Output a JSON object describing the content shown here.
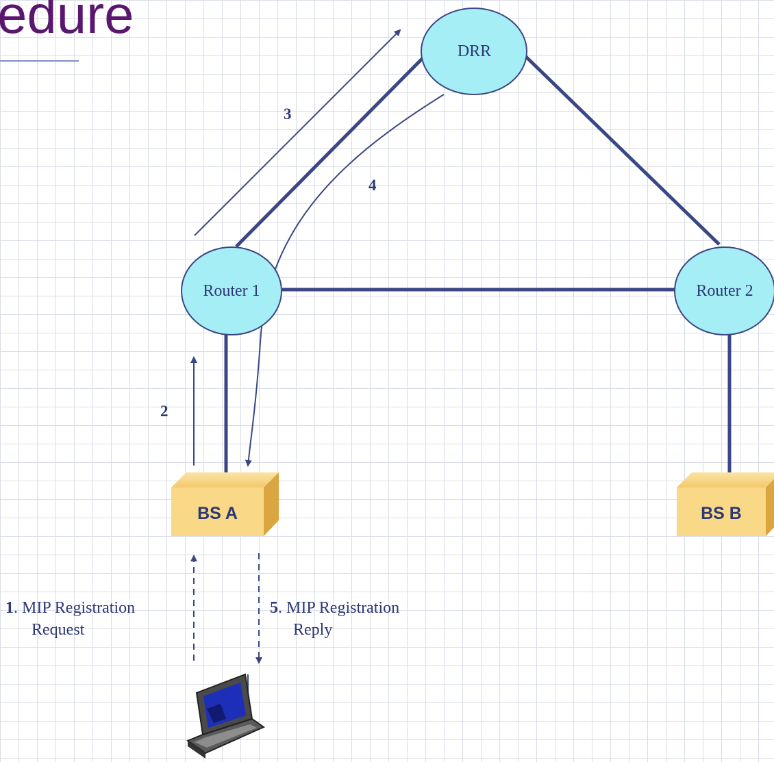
{
  "title": "edure",
  "nodes": {
    "drr": "DRR",
    "router1": "Router 1",
    "router2": "Router 2",
    "bs_a": "BS A",
    "bs_b": "BS B"
  },
  "steps": {
    "s2": "2",
    "s3": "3",
    "s4": "4"
  },
  "messages": {
    "request": {
      "num": "1",
      "line1": ". MIP Registration",
      "line2": "Request"
    },
    "reply": {
      "num": "5",
      "line1": ". MIP Registration",
      "line2": "Reply"
    }
  },
  "colors": {
    "link": "#3b4785",
    "node_fill": "#a6eef5",
    "bs_fill": "#f9d887",
    "title": "#5b1770"
  },
  "icons": {
    "laptop": "laptop-icon"
  }
}
